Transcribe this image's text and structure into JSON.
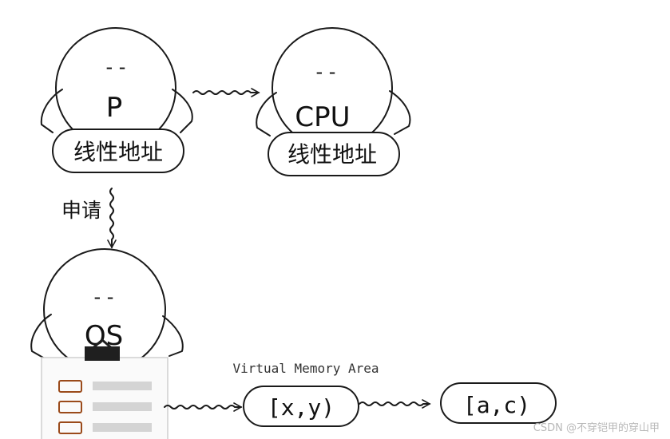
{
  "characters": {
    "p": {
      "name": "P",
      "eyes": "-   -",
      "badge": "线性地址"
    },
    "cpu": {
      "name": "CPU",
      "eyes": "-   -",
      "badge": "线性地址"
    },
    "os": {
      "name": "OS",
      "eyes": "-   -"
    }
  },
  "arrow_label": "申请",
  "vma": {
    "title": "Virtual Memory Area",
    "range1": "[x,y)",
    "range2": "[a,c)"
  },
  "watermark": "CSDN @不穿铠甲的穿山甲",
  "colors": {
    "ink": "#1a1a1a",
    "list_box": "#9a4a1a",
    "list_bar": "#d4d4d4"
  }
}
